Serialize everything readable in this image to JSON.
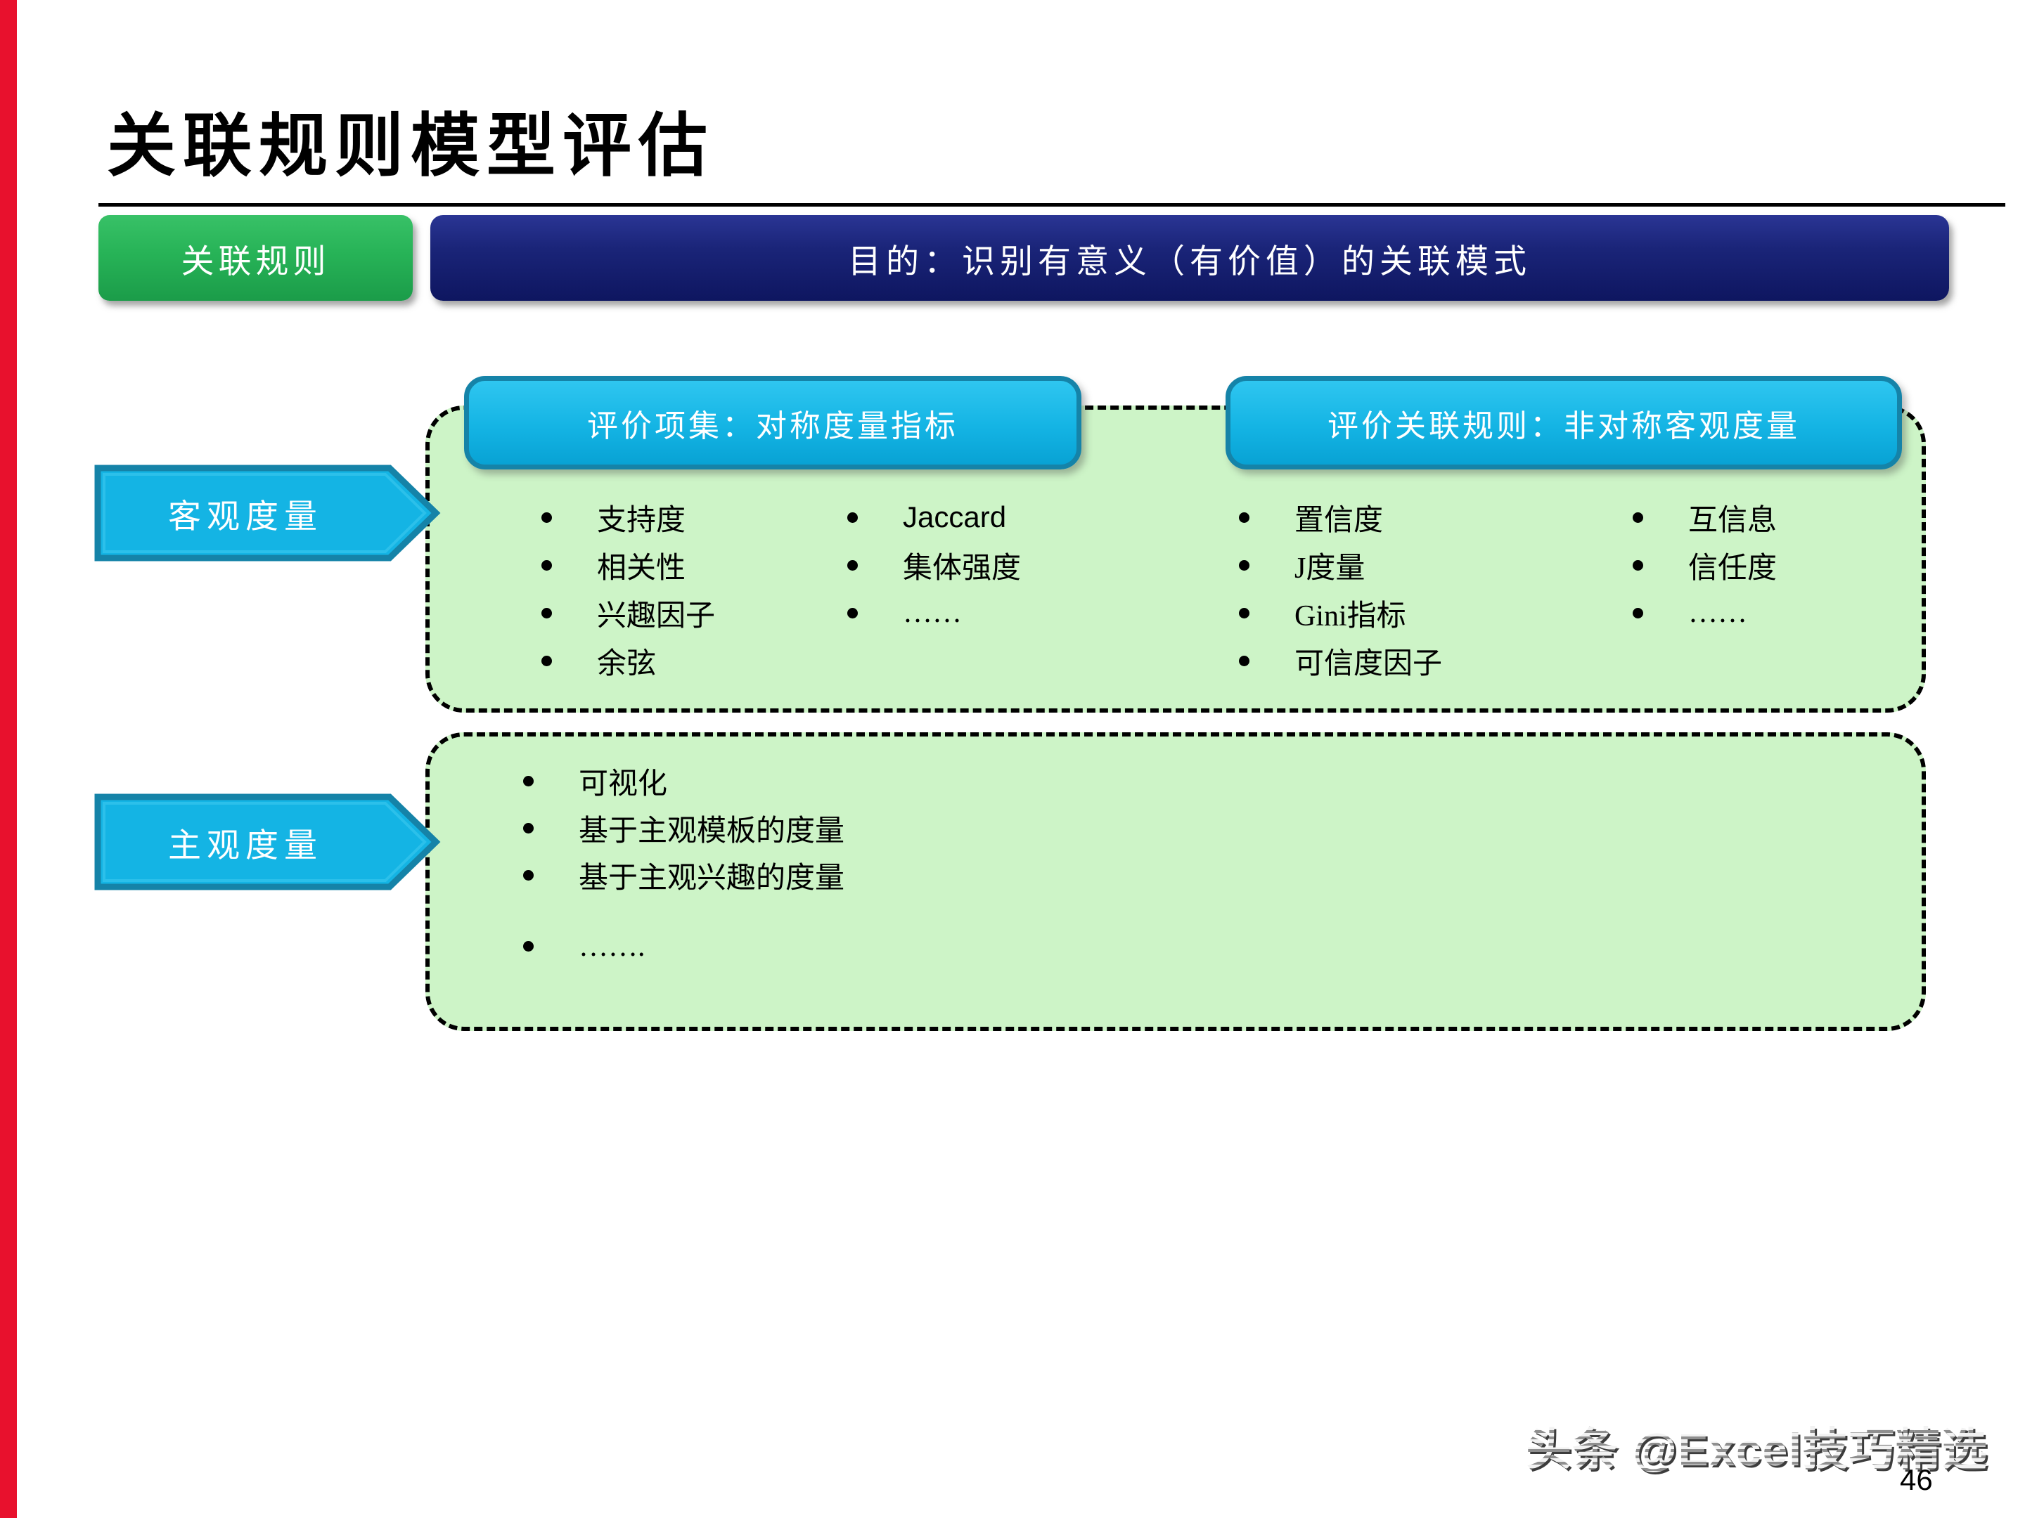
{
  "title": "关联规则模型评估",
  "tag_button": "关联规则",
  "banner": "目的：识别有意义（有价值）的关联模式",
  "objective": {
    "arrow_label": "客观度量",
    "header_itemsets": "评价项集：对称度量指标",
    "header_rules": "评价关联规则：非对称客观度量",
    "col1": [
      "支持度",
      "相关性",
      "兴趣因子",
      "余弦"
    ],
    "col2": [
      "Jaccard",
      "集体强度",
      "……"
    ],
    "col3": [
      "置信度",
      "J度量",
      "Gini指标",
      "可信度因子"
    ],
    "col4": [
      "互信息",
      "信任度",
      "……"
    ]
  },
  "subjective": {
    "arrow_label": "主观度量",
    "items": [
      "可视化",
      "基于主观模板的度量",
      "基于主观兴趣的度量",
      "……."
    ]
  },
  "footer": {
    "watermark": "头条 @Excel技巧精选",
    "page_number": "46"
  },
  "colors": {
    "red_accent": "#e8112d",
    "tag_green": "#27b357",
    "banner_navy": "#1a2478",
    "shape_cyan": "#14b4e4",
    "shape_cyan_border": "#1583a8",
    "panel_green": "#cdf4c7"
  }
}
